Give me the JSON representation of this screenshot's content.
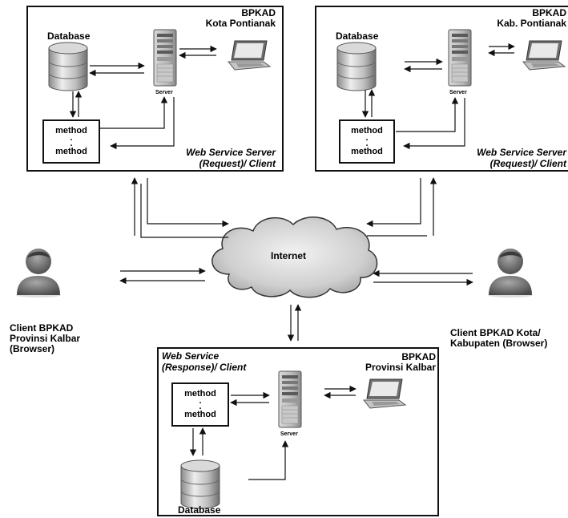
{
  "top_left": {
    "org_line1": "BPKAD",
    "org_line2": "Kota Pontianak",
    "database_label": "Database",
    "server_label": "Server",
    "method_top": "method",
    "method_dot1": ".",
    "method_dot2": ".",
    "method_bottom": "method",
    "ws_line1": "Web Service Server",
    "ws_line2": "(Request)/ Client"
  },
  "top_right": {
    "org_line1": "BPKAD",
    "org_line2": "Kab. Pontianak",
    "database_label": "Database",
    "server_label": "Server",
    "method_top": "method",
    "method_dot1": ".",
    "method_dot2": ".",
    "method_bottom": "method",
    "ws_line1": "Web Service Server",
    "ws_line2": "(Request)/ Client"
  },
  "bottom": {
    "ws_line1": "Web Service",
    "ws_line2": "(Response)/ Client",
    "org_line1": "BPKAD",
    "org_line2": "Provinsi Kalbar",
    "server_label": "Server",
    "database_label": "Database",
    "method_top": "method",
    "method_dot1": ".",
    "method_dot2": ".",
    "method_bottom": "method"
  },
  "internet_label": "Internet",
  "client_left": {
    "line1": "Client BPKAD",
    "line2": "Provinsi Kalbar",
    "line3": "(Browser)"
  },
  "client_right": {
    "line1": "Client BPKAD Kota/",
    "line2": "Kabupaten (Browser)"
  }
}
